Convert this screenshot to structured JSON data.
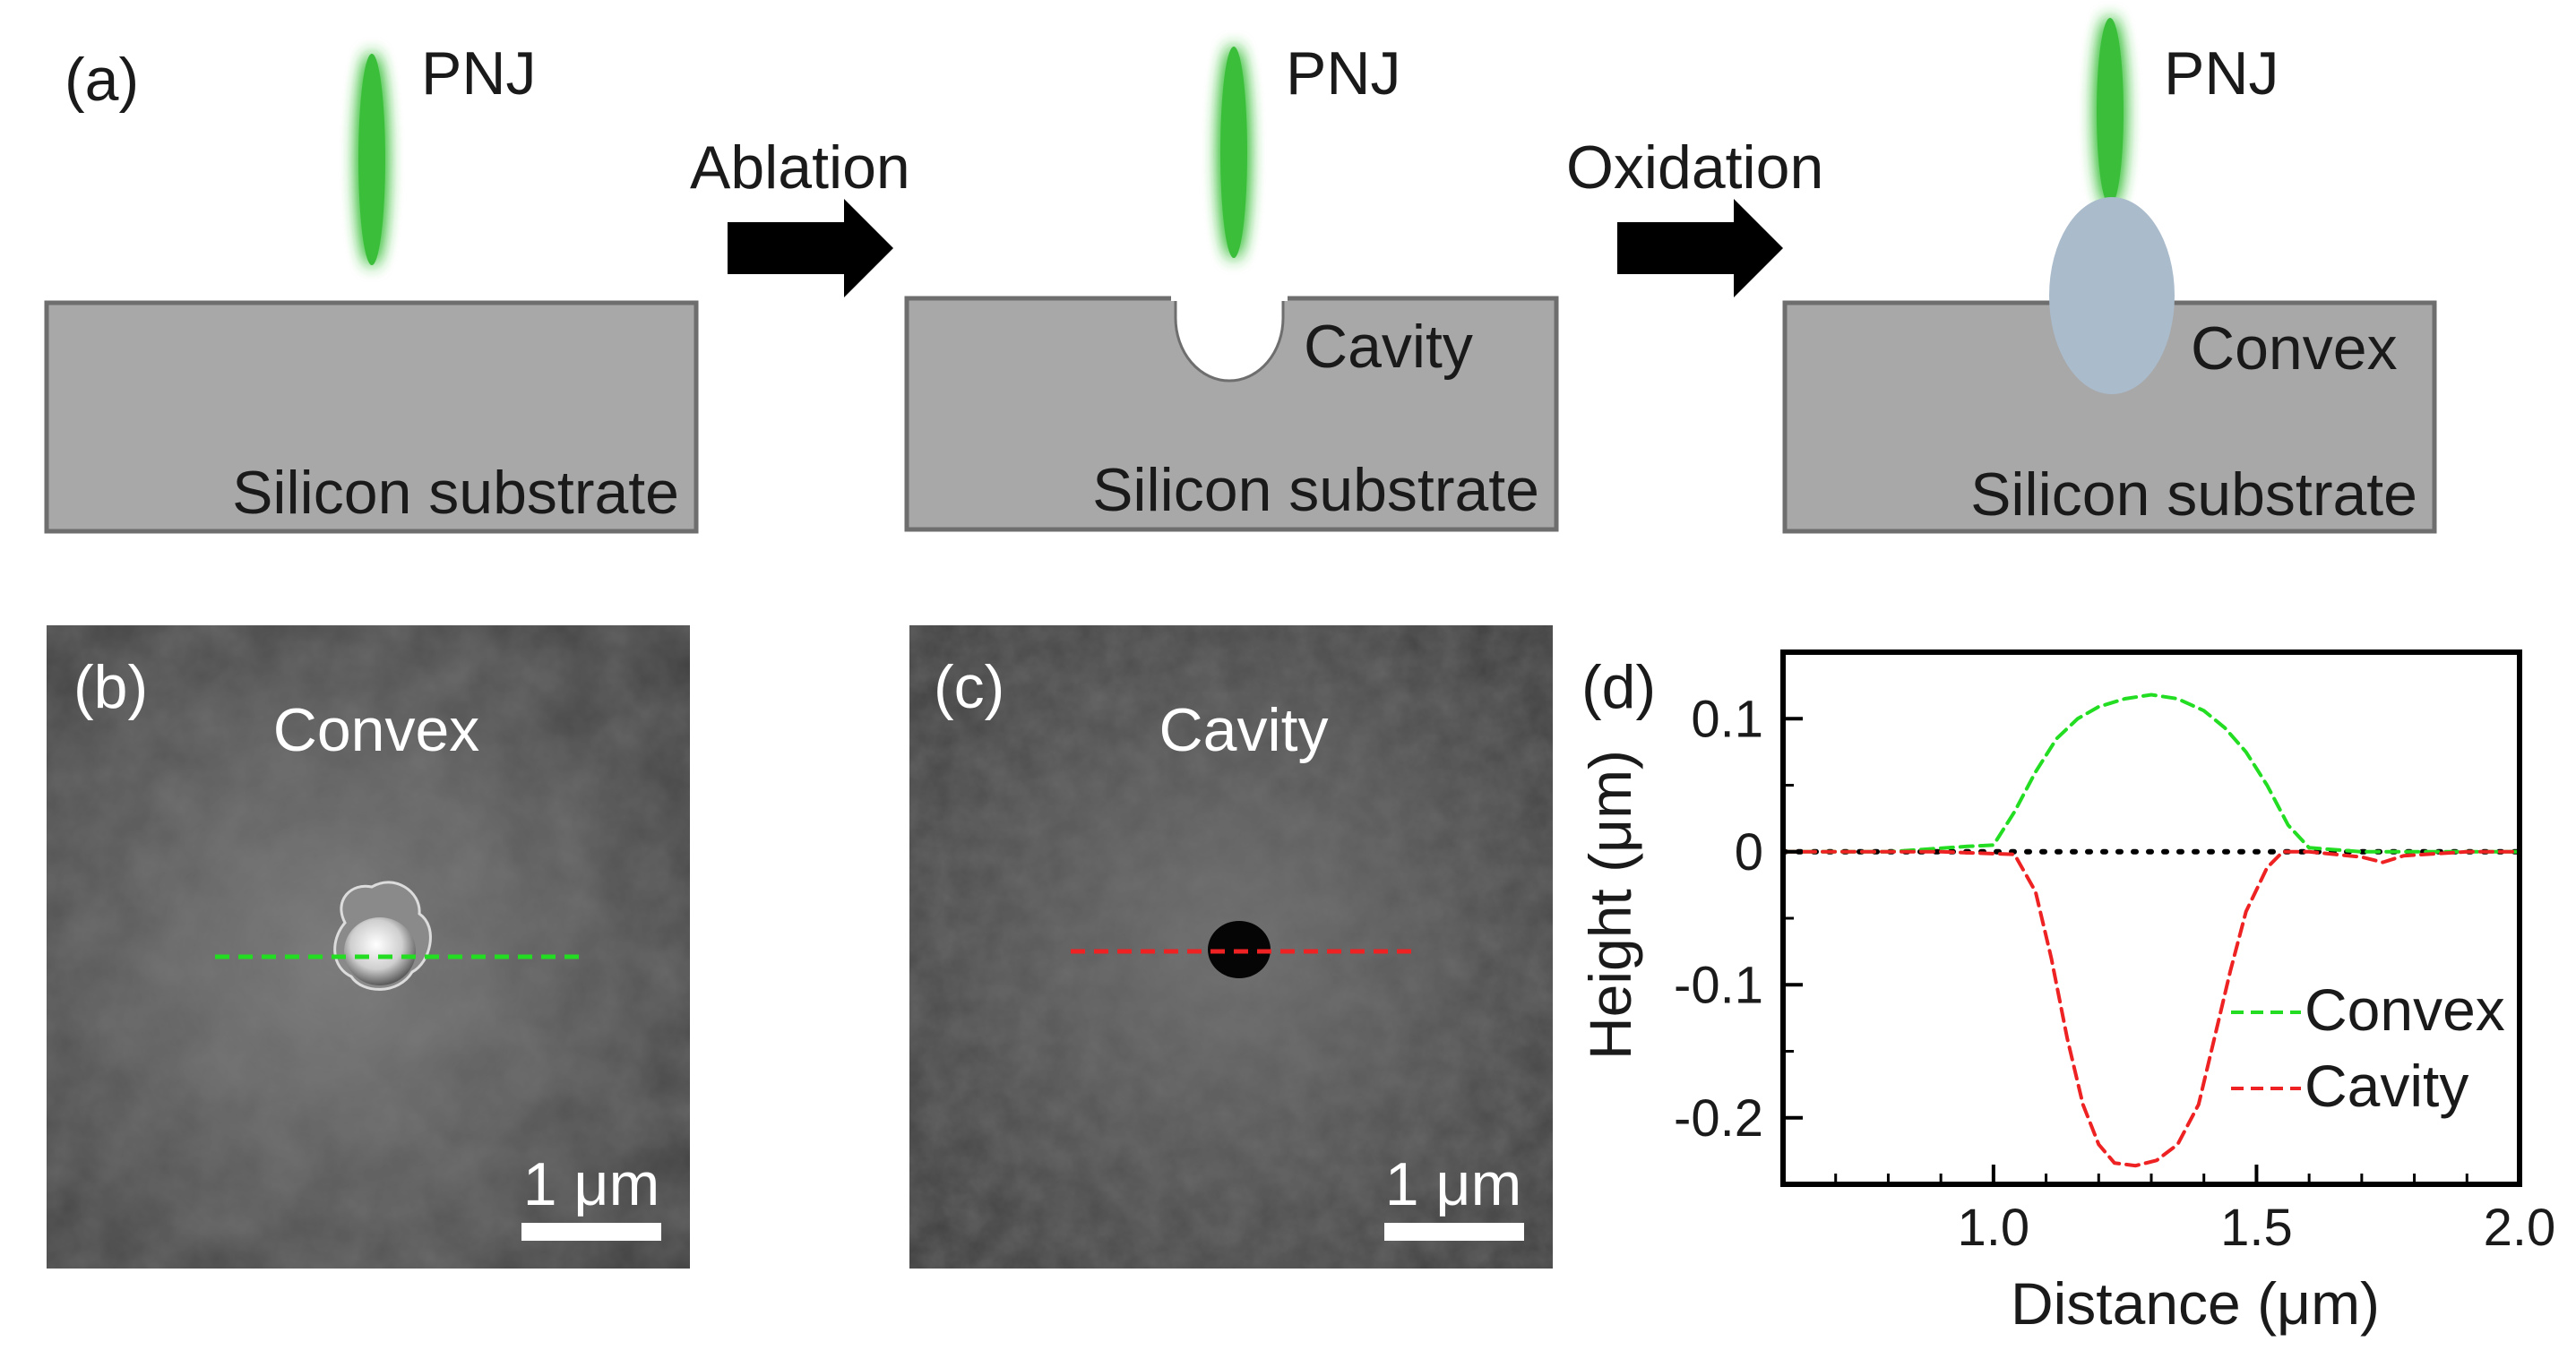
{
  "labels": {
    "a": "(a)",
    "b": "(b)",
    "c": "(c)",
    "d": "(d)"
  },
  "schematic": {
    "pnj": "PNJ",
    "step1": "Ablation",
    "step2": "Oxidation",
    "substrate": "Silicon substrate",
    "cavity": "Cavity",
    "convex": "Convex"
  },
  "images": {
    "b_title": "Convex",
    "c_title": "Cavity",
    "scale": "1 μm"
  },
  "colors": {
    "convex": "#22dd22",
    "cavity": "#ee2222",
    "pnj": "#3bbf3b",
    "substrate": "#a8a8a8",
    "oxide": "#aabbcc"
  },
  "chart_data": {
    "type": "line",
    "xlabel": "Distance (μm)",
    "ylabel": "Height (μm)",
    "xlim": [
      0.6,
      2.0
    ],
    "ylim": [
      -0.25,
      0.15
    ],
    "xticks": [
      1.0,
      1.5,
      2.0
    ],
    "xtick_labels": [
      "1.0",
      "1.5",
      "2.0"
    ],
    "yticks": [
      -0.2,
      -0.1,
      0,
      0.1
    ],
    "ytick_labels": [
      "-0.2",
      "-0.1",
      "0",
      "0.1"
    ],
    "legend": "bottom-right",
    "series": [
      {
        "name": "Convex",
        "x": [
          0.6,
          0.8,
          0.95,
          1.0,
          1.04,
          1.08,
          1.12,
          1.16,
          1.2,
          1.25,
          1.3,
          1.35,
          1.4,
          1.44,
          1.48,
          1.52,
          1.56,
          1.6,
          1.7,
          1.85,
          2.0
        ],
        "y": [
          0,
          0,
          0.004,
          0.005,
          0.03,
          0.06,
          0.085,
          0.1,
          0.109,
          0.115,
          0.118,
          0.115,
          0.106,
          0.093,
          0.075,
          0.05,
          0.02,
          0.003,
          0,
          0,
          0
        ]
      },
      {
        "name": "Cavity",
        "x": [
          0.6,
          0.9,
          1.04,
          1.08,
          1.11,
          1.14,
          1.17,
          1.2,
          1.23,
          1.27,
          1.31,
          1.35,
          1.39,
          1.42,
          1.45,
          1.48,
          1.52,
          1.55,
          1.6,
          1.7,
          1.74,
          1.78,
          1.9,
          2.0
        ],
        "y": [
          0,
          0,
          -0.002,
          -0.03,
          -0.08,
          -0.14,
          -0.19,
          -0.22,
          -0.234,
          -0.236,
          -0.232,
          -0.22,
          -0.19,
          -0.14,
          -0.09,
          -0.045,
          -0.012,
          0,
          0,
          -0.004,
          -0.008,
          -0.003,
          0,
          0
        ]
      },
      {
        "name": "",
        "x": [
          0.6,
          2.0
        ],
        "y": [
          0,
          0
        ]
      }
    ]
  }
}
